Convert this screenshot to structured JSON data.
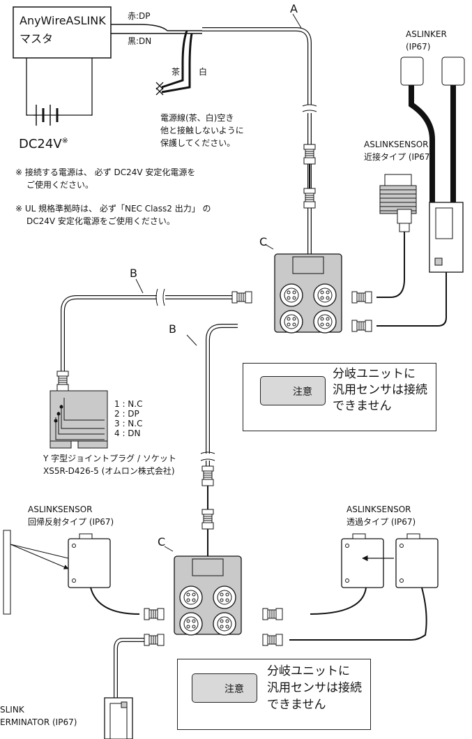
{
  "master": {
    "line1": "AnyWireASLINK",
    "line2": "マスタ"
  },
  "wires": {
    "red_dp": "赤:DP",
    "black_dn": "黒:DN",
    "brown": "茶",
    "white": "白"
  },
  "power_note": [
    "電源線(茶、白)空き",
    "他と接触しないように",
    "保護してください。"
  ],
  "power": {
    "label": "DC24V",
    "mark": "※"
  },
  "notes": [
    "※ 接続する電源は、 必ず DC24V 安定化電源を",
    "ご使用ください。",
    "※ UL 規格準拠時は、 必ず「NEC Class2 出力」 の",
    "DC24V 安定化電源をご使用ください。"
  ],
  "cable_labels": {
    "a": "A",
    "b1": "B",
    "b2": "B",
    "c1": "C",
    "c2": "C"
  },
  "aslinker": {
    "line1": "ASLINKER",
    "line2": "(IP67)"
  },
  "sensor_proximity": {
    "line1": "ASLINKSENSOR",
    "line2": "近接タイプ (IP67)"
  },
  "sensor_retro": {
    "line1": "ASLINKSENSOR",
    "line2": "回帰反射タイプ (IP67)"
  },
  "sensor_through": {
    "line1": "ASLINKSENSOR",
    "line2": "透過タイプ (IP67)"
  },
  "terminator": {
    "line1": "SLINK",
    "line2": "ERMINATOR (IP67)"
  },
  "pins": [
    "1 : N.C",
    "2 : DP",
    "3 : N.C",
    "4 : DN"
  ],
  "y_joint": {
    "line1": "Y 字型ジョイントプラグ / ソケット",
    "line2": "XS5R-D426-5 (オムロン株式会社)"
  },
  "caution": {
    "badge": "注意",
    "lines": [
      "分岐ユニットに",
      "汎用センサは接続",
      "できません"
    ]
  }
}
